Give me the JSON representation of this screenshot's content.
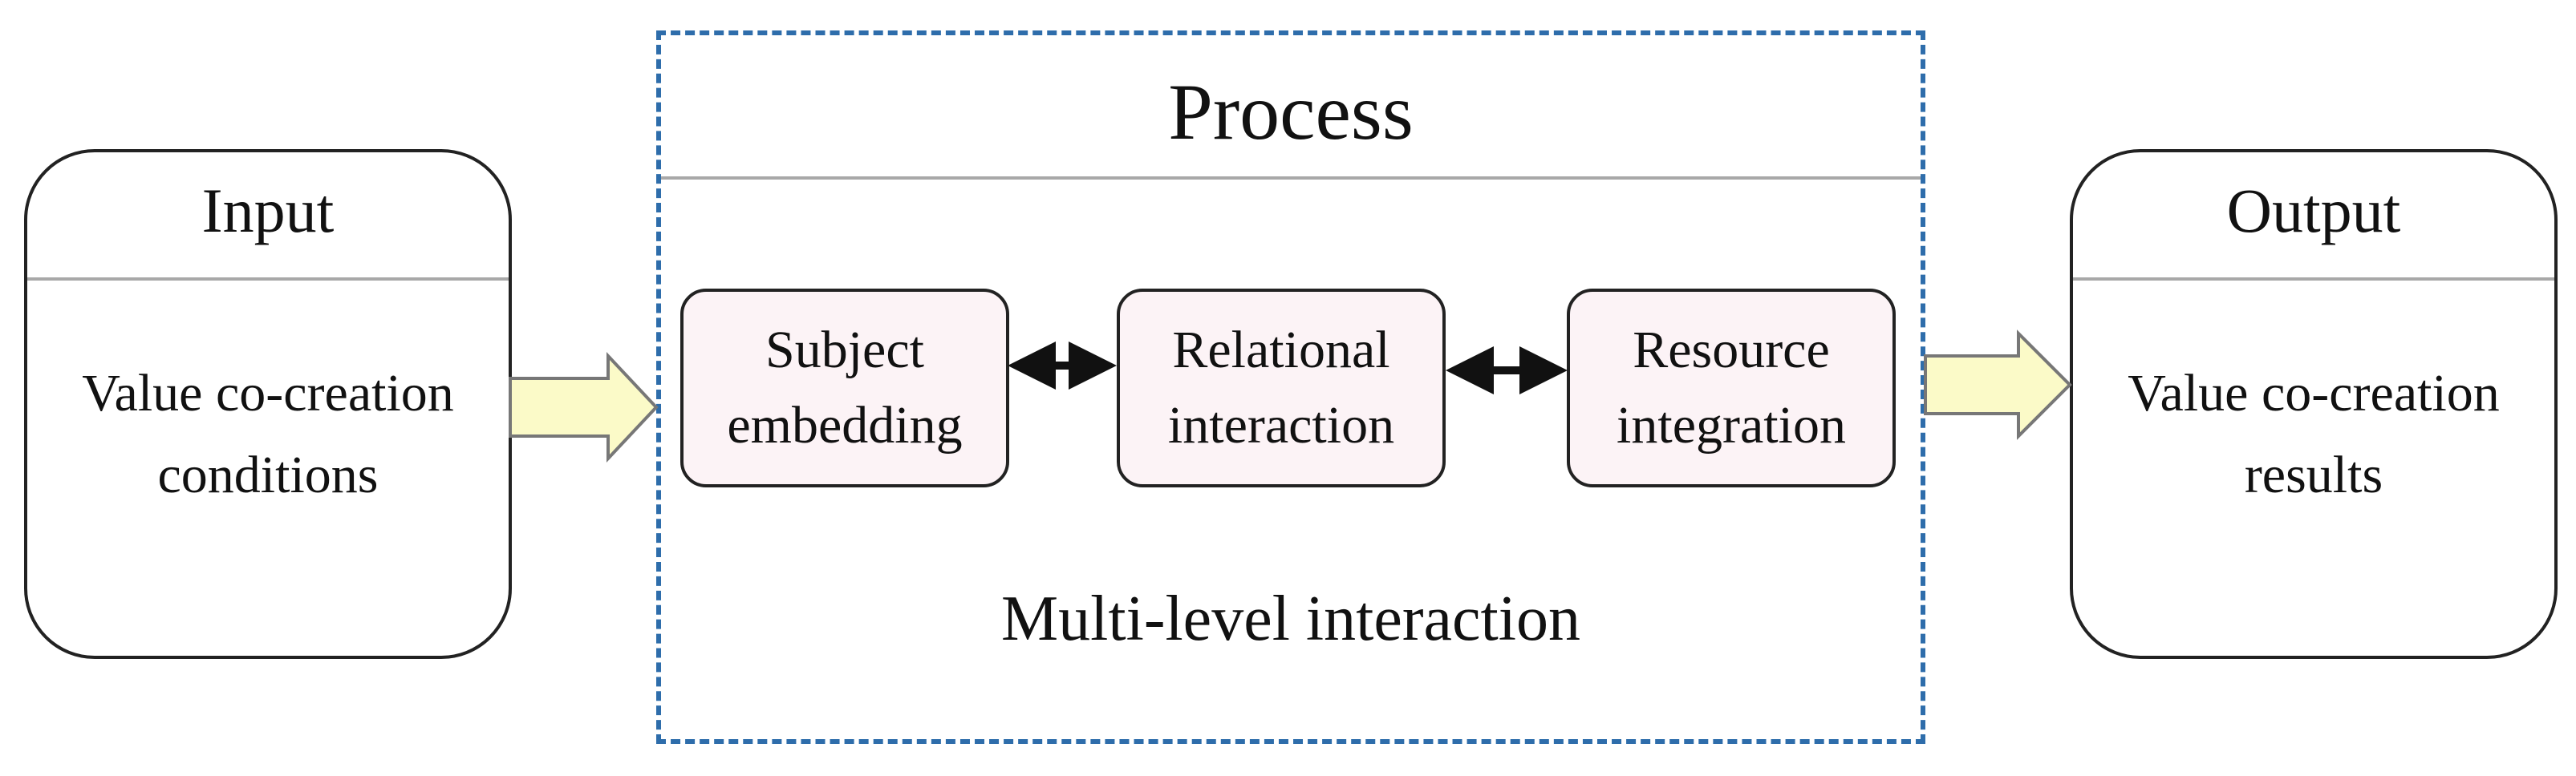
{
  "input": {
    "title": "Input",
    "body_line1": "Value co-creation",
    "body_line2": "conditions"
  },
  "process": {
    "title": "Process",
    "steps": [
      {
        "line1": "Subject",
        "line2": "embedding"
      },
      {
        "line1": "Relational",
        "line2": "interaction"
      },
      {
        "line1": "Resource",
        "line2": "integration"
      }
    ],
    "footer": "Multi-level interaction"
  },
  "output": {
    "title": "Output",
    "body_line1": "Value co-creation",
    "body_line2": "results"
  },
  "colors": {
    "process_border": "#2e6dab",
    "step_fill": "#fcf3f6",
    "arrow_fill": "#fbfac8"
  }
}
